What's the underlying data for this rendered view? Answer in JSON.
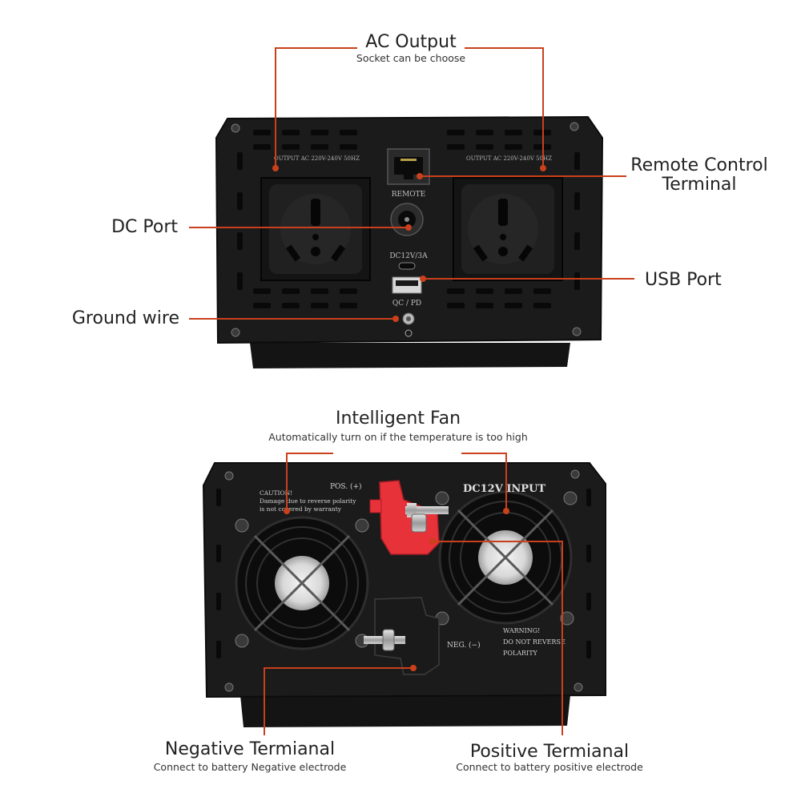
{
  "top_panel": {
    "callouts": {
      "ac_output": {
        "title": "AC Output",
        "subtitle": "Socket can be choose"
      },
      "remote_control": {
        "line1": "Remote Control",
        "line2": "Terminal"
      },
      "dc_port": {
        "title": "DC Port"
      },
      "usb_port": {
        "title": "USB Port"
      },
      "ground_wire": {
        "title": "Ground wire"
      }
    },
    "panel_text": {
      "output_left": "OUTPUT AC 220V-240V 50HZ",
      "output_right": "OUTPUT AC 220V-240V 50HZ",
      "remote": "REMOTE",
      "dc": "DC12V/3A",
      "qcpd": "QC / PD"
    }
  },
  "bottom_panel": {
    "callouts": {
      "fan": {
        "title": "Intelligent Fan",
        "subtitle": "Automatically turn on if the temperature is too high"
      },
      "negative": {
        "title": "Negative Termianal",
        "subtitle": "Connect to battery Negative electrode"
      },
      "positive": {
        "title": "Positive Termianal",
        "subtitle": "Connect to battery positive electrode"
      }
    },
    "panel_text": {
      "pos": "POS. (+)",
      "neg": "NEG. (−)",
      "dc_input": "DC12V INPUT",
      "caution_1": "CAUTION!",
      "caution_2": "Damage due to reverse polarity",
      "caution_3": "is not covered by warranty",
      "warning_1": "WARNING!",
      "warning_2": "DO NOT REVERSE",
      "warning_3": "POLARITY"
    }
  },
  "colors": {
    "leader": "#c9401c",
    "panel": "#1b1b1b",
    "panel_edge": "#0c0c0c",
    "positive_terminal": "#e8323a",
    "negative_terminal": "#1a1a1a",
    "text": "#222222"
  }
}
